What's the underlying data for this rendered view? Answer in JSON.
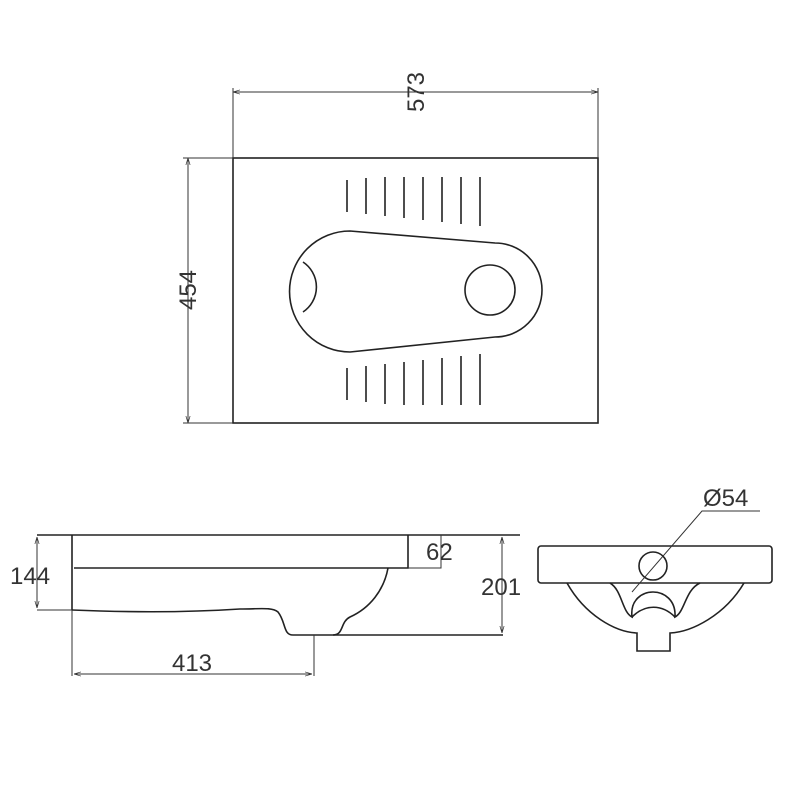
{
  "top_view": {
    "width_label": "573",
    "depth_label": "454"
  },
  "side_view": {
    "height_label": "144",
    "rim_label": "62",
    "total_height_label": "201",
    "outlet_offset_label": "413"
  },
  "front_view": {
    "hole_diameter_label": "Ø54"
  }
}
